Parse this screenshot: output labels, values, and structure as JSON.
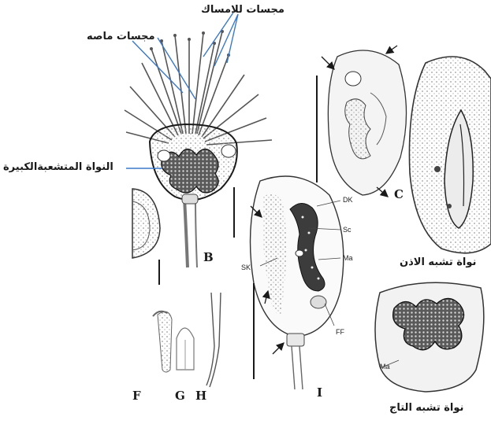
{
  "annotations": {
    "adhesive_tentacles": "مجسات للامساك",
    "sucking_tentacles": "مجسات ماصه",
    "branched_macronucleus": "النواة المتشعبةالكبيرة",
    "ear_shaped_nucleus": "نواة تشبه الاذن",
    "crown_shaped_nucleus": "نواة تشبه التاج"
  },
  "panels": {
    "B": "B",
    "C": "C",
    "F": "F",
    "G": "G",
    "H": "H",
    "I": "I"
  },
  "structure_labels": {
    "dk": "DK",
    "sc": "Sc",
    "ma": "Ma",
    "sk": "SK",
    "ff": "FF",
    "ma_crown": "Ma"
  },
  "colors": {
    "ink": "#1a1a1a",
    "pointer_blue": "#3a78c8",
    "stipple": "#b9b9b9"
  },
  "icons": {
    "pointer": "blue-pointer-line",
    "arrowhead": "black-arrowhead"
  }
}
